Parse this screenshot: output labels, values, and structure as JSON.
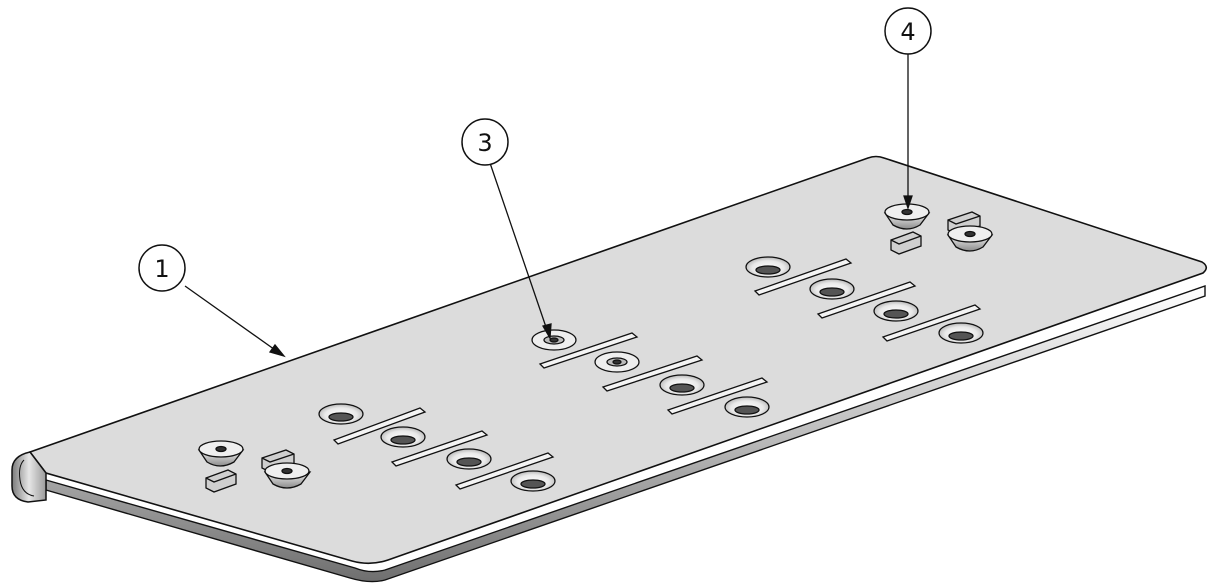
{
  "balloons": [
    {
      "id": "1",
      "label": "1"
    },
    {
      "id": "3",
      "label": "3"
    },
    {
      "id": "4",
      "label": "4"
    }
  ]
}
